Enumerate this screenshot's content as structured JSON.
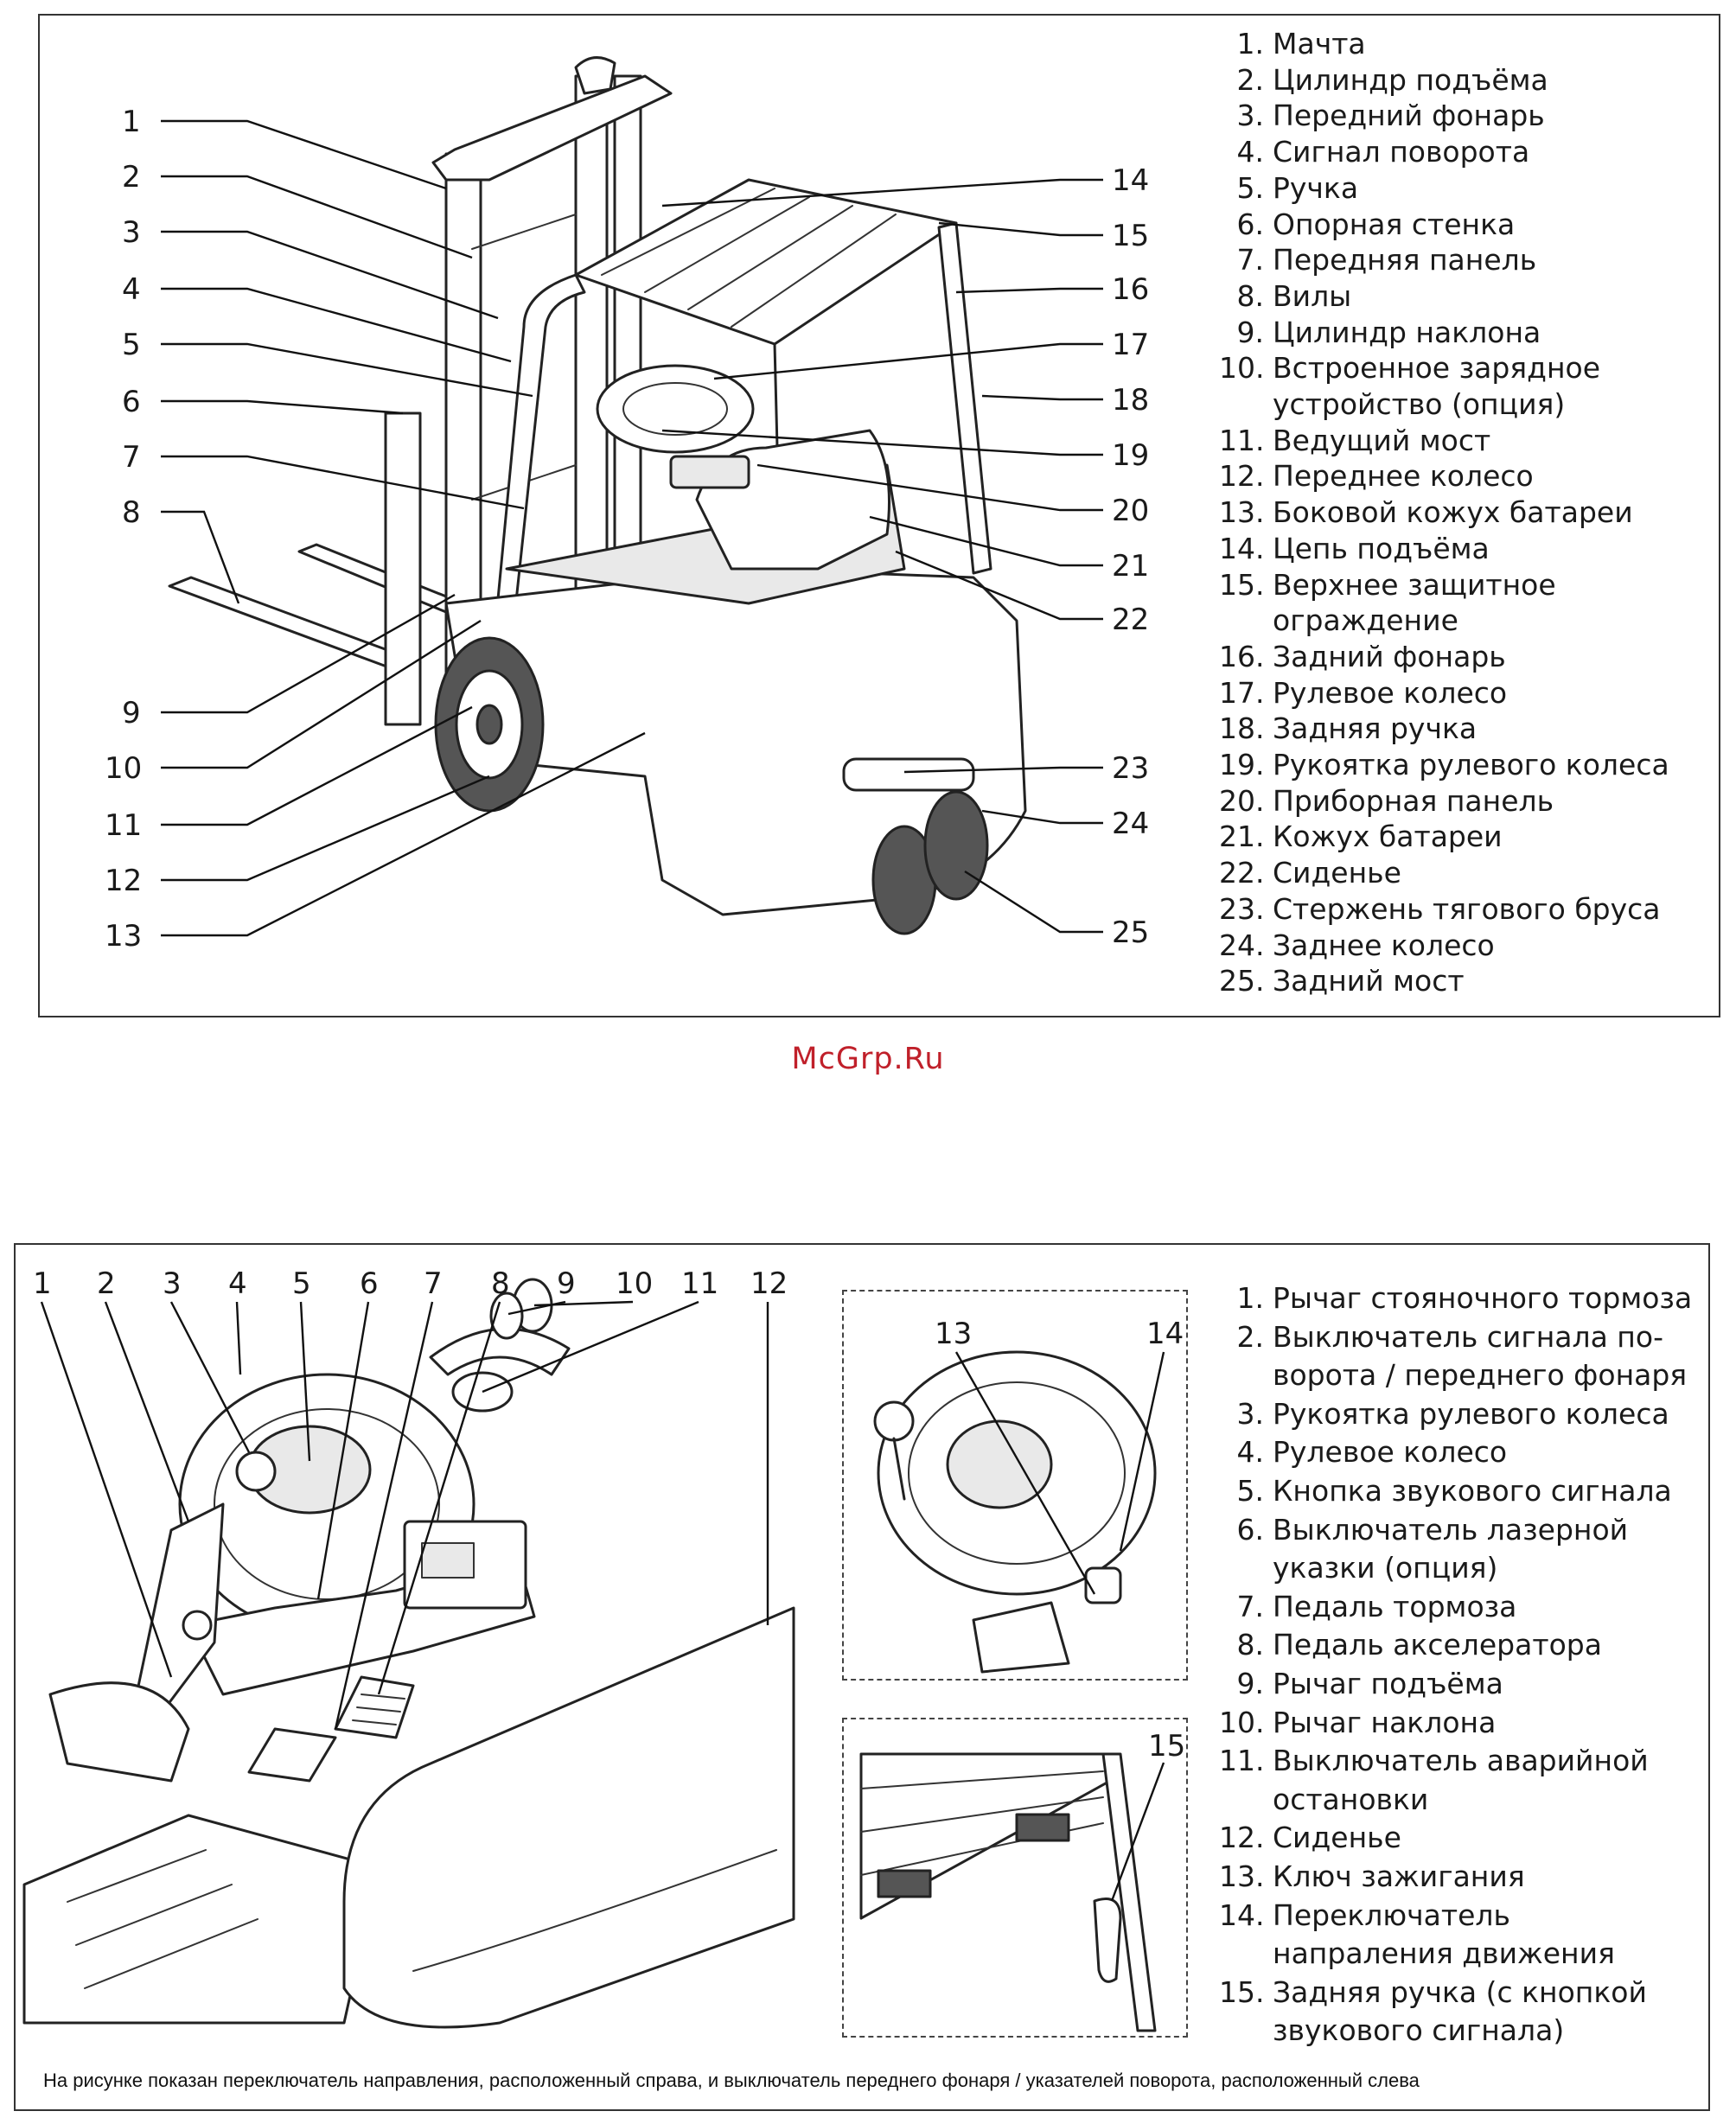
{
  "panel1": {
    "callouts": [
      "1",
      "2",
      "3",
      "4",
      "5",
      "6",
      "7",
      "8",
      "9",
      "10",
      "11",
      "12",
      "13",
      "14",
      "15",
      "16",
      "17",
      "18",
      "19",
      "20",
      "21",
      "22",
      "23",
      "24",
      "25"
    ],
    "legend": [
      {
        "num": "1.",
        "text": "Мачта"
      },
      {
        "num": "2.",
        "text": "Цилиндр подъёма"
      },
      {
        "num": "3.",
        "text": "Передний фонарь"
      },
      {
        "num": "4.",
        "text": "Сигнал поворота"
      },
      {
        "num": "5.",
        "text": "Ручка"
      },
      {
        "num": "6.",
        "text": "Опорная стенка"
      },
      {
        "num": "7.",
        "text": "Передняя панель"
      },
      {
        "num": "8.",
        "text": "Вилы"
      },
      {
        "num": "9.",
        "text": "Цилиндр наклона"
      },
      {
        "num": "10.",
        "text": "Встроенное зарядное"
      },
      {
        "num": "",
        "text": "устройство (опция)"
      },
      {
        "num": "11.",
        "text": "Ведущий мост"
      },
      {
        "num": "12.",
        "text": "Переднее колесо"
      },
      {
        "num": "13.",
        "text": "Боковой кожух батареи"
      },
      {
        "num": "14.",
        "text": "Цепь подъёма"
      },
      {
        "num": "15.",
        "text": "Верхнее защитное"
      },
      {
        "num": "",
        "text": "ограждение"
      },
      {
        "num": "16.",
        "text": "Задний фонарь"
      },
      {
        "num": "17.",
        "text": "Рулевое колесо"
      },
      {
        "num": "18.",
        "text": "Задняя ручка"
      },
      {
        "num": "19.",
        "text": "Рукоятка рулевого колеса"
      },
      {
        "num": "20.",
        "text": "Приборная панель"
      },
      {
        "num": "21.",
        "text": "Кожух батареи"
      },
      {
        "num": "22.",
        "text": "Сиденье"
      },
      {
        "num": "23.",
        "text": "Стержень тягового бруса"
      },
      {
        "num": "24.",
        "text": "Заднее колесо"
      },
      {
        "num": "25.",
        "text": "Задний мост"
      }
    ]
  },
  "watermark": "McGrp.Ru",
  "panel2": {
    "callouts_top": [
      "1",
      "2",
      "3",
      "4",
      "5",
      "6",
      "7",
      "8",
      "9",
      "10",
      "11",
      "12"
    ],
    "inset_callouts": [
      "13",
      "14",
      "15"
    ],
    "legend": [
      {
        "num": "1.",
        "text": "Рычаг стояночного тормоза"
      },
      {
        "num": "2.",
        "text": "Выключатель сигнала по-"
      },
      {
        "num": "",
        "text": "ворота / переднего фонаря"
      },
      {
        "num": "3.",
        "text": "Рукоятка рулевого колеса"
      },
      {
        "num": "4.",
        "text": "Рулевое колесо"
      },
      {
        "num": "5.",
        "text": "Кнопка звукового сигнала"
      },
      {
        "num": "6.",
        "text": "Выключатель лазерной"
      },
      {
        "num": "",
        "text": "указки (опция)"
      },
      {
        "num": "7.",
        "text": "Педаль тормоза"
      },
      {
        "num": "8.",
        "text": "Педаль  акселератора"
      },
      {
        "num": "9.",
        "text": "Рычаг подъёма"
      },
      {
        "num": "10.",
        "text": "Рычаг наклона"
      },
      {
        "num": "11.",
        "text": "Выключатель аварийной"
      },
      {
        "num": "",
        "text": "остановки"
      },
      {
        "num": "12.",
        "text": "Сиденье"
      },
      {
        "num": "13.",
        "text": "Ключ зажигания"
      },
      {
        "num": "14.",
        "text": "Переключатель"
      },
      {
        "num": "",
        "text": "напраления движения"
      },
      {
        "num": "15.",
        "text": "Задняя ручка (с кнопкой"
      },
      {
        "num": "",
        "text": "звукового сигнала)"
      }
    ],
    "caption": "На рисунке показан переключатель направления, расположенный справа, и выключатель переднего фонаря / указателей поворота, расположенный слева"
  }
}
